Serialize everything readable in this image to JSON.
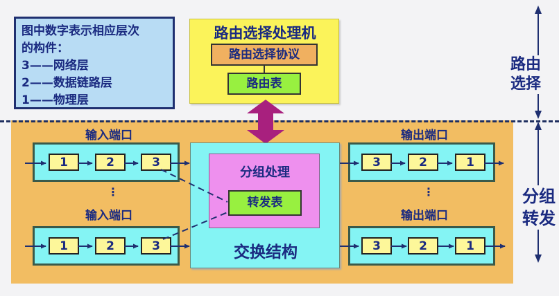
{
  "legend": {
    "lines": [
      "图中数字表示相应层次",
      "的构件：",
      "3——网络层",
      "2——数据链路层",
      "1——物理层"
    ]
  },
  "routing_processor": {
    "title": "路由选择处理机",
    "protocol": "路由选择协议",
    "routing_table": "路由表"
  },
  "input_ports": {
    "label": "输入端口",
    "cells": [
      "1",
      "2",
      "3"
    ],
    "ellipsis": "⋮"
  },
  "output_ports": {
    "label": "输出端口",
    "cells": [
      "3",
      "2",
      "1"
    ],
    "ellipsis": "⋮"
  },
  "switch_fabric": {
    "title": "交换结构",
    "packet_processing": "分组处理",
    "forwarding_table": "转发表"
  },
  "side_labels": {
    "routing": [
      "路由",
      "选择"
    ],
    "forwarding": [
      "分组",
      "转发"
    ]
  },
  "colors": {
    "navy": "#1a2a80",
    "orange_area": "#f2bd62",
    "cyan": "#84f4f4",
    "yellow": "#fbf35a",
    "magenta_arrow": "#a8207e",
    "pink": "#ee90ee",
    "green": "#98f040"
  }
}
